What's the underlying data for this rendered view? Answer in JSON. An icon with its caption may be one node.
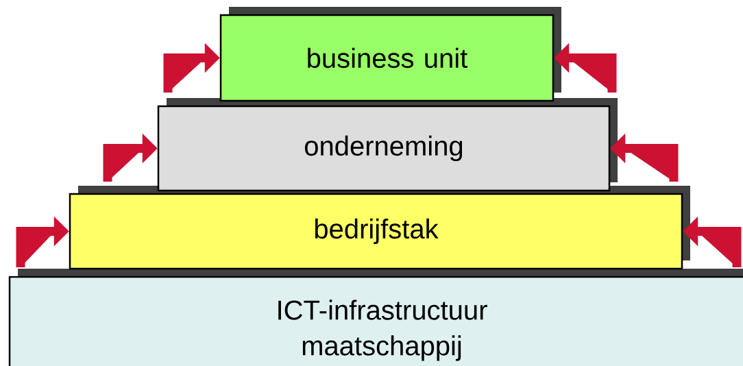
{
  "diagram": {
    "nodes": [
      {
        "text": [
          "business unit"
        ]
      },
      {
        "text": [
          "onderneming"
        ]
      },
      {
        "text": [
          "bedrijfstak"
        ]
      },
      {
        "text": [
          "ICT-infrastructuur maatschappij"
        ]
      }
    ],
    "edges": [
      {
        "from": null,
        "to": 0,
        "arrow": "to"
      },
      {
        "from": null,
        "to": 0,
        "arrow": "to"
      },
      {
        "from": null,
        "to": 1,
        "arrow": "to"
      },
      {
        "from": null,
        "to": 1,
        "arrow": "to"
      },
      {
        "from": null,
        "to": 2,
        "arrow": "to"
      },
      {
        "from": null,
        "to": 2,
        "arrow": "to"
      }
    ]
  }
}
